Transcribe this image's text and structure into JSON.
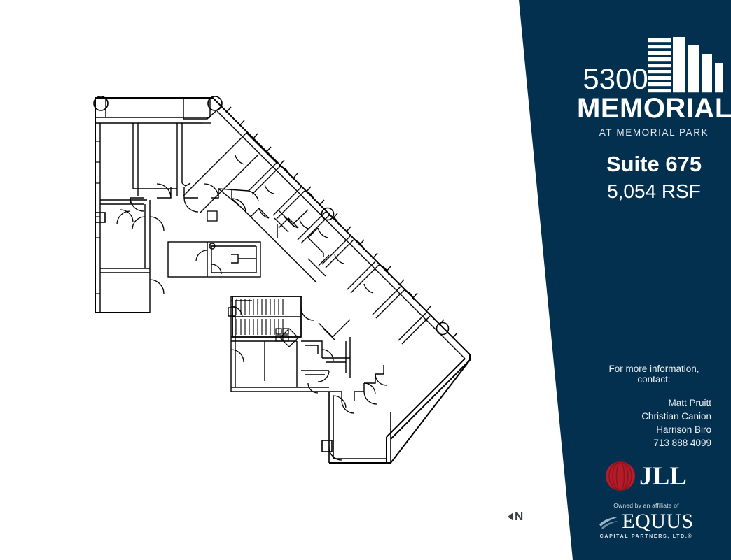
{
  "colors": {
    "navy": "#04304f",
    "white": "#ffffff",
    "jll_red": "#b51c29",
    "plan_line": "#000000",
    "north_gray": "#3b3f44"
  },
  "brand": {
    "number": "5300",
    "name": "MEMORIAL",
    "subtitle": "AT MEMORIAL PARK",
    "icon_name": "building-icon"
  },
  "suite": {
    "name": "Suite 675",
    "rsf": "5,054 RSF"
  },
  "contact": {
    "heading": "For more information, contact:",
    "names": [
      "Matt Pruitt",
      "Christian Canion",
      "Harrison Biro"
    ],
    "phone": "713 888 4099"
  },
  "brokerage": {
    "name": "JLL",
    "icon_name": "jll-circle-mark"
  },
  "owner": {
    "prefix": "Owned by an affiliate of",
    "name": "EQUUS",
    "tagline": "CAPITAL PARTNERS, LTD.®",
    "icon_name": "equus-swoosh-mark"
  },
  "plan": {
    "north_label": "N",
    "north_icon": "north-arrow-icon",
    "title": "Floor plan drawing"
  }
}
